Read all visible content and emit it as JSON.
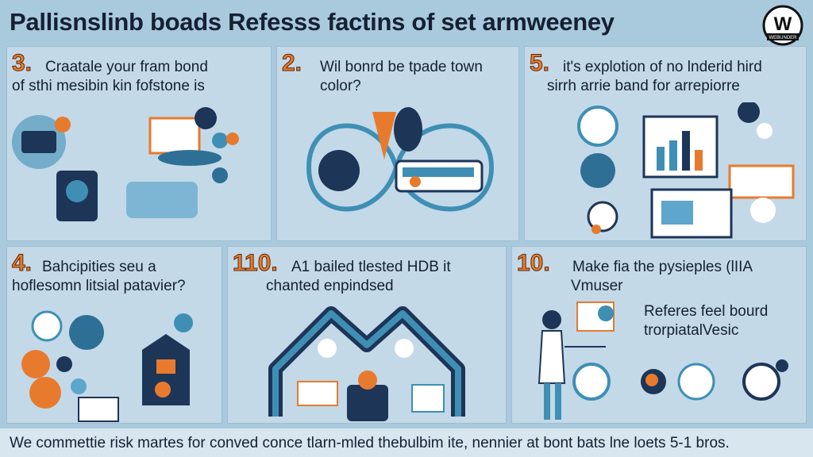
{
  "header": {
    "title": "Pallisnslinb boads Refesss factins of set armweeney",
    "logo_text": "W",
    "logo_subtext": "WEBUNDER"
  },
  "panels": [
    {
      "number": "3.",
      "lines": [
        "Craatale your fram bond",
        "of sthi mesibin kin fofstone is"
      ]
    },
    {
      "number": "2.",
      "lines": [
        "Wil bonrd be tpade town",
        "color?"
      ]
    },
    {
      "number": "5.",
      "lines": [
        "it's explotion of no lnderid hird",
        "sirrh arrie band for arrepiorre"
      ]
    },
    {
      "number": "4.",
      "lines": [
        "Bahcipities seu a",
        "hoflesomn litsial patavier?"
      ]
    },
    {
      "number": "110.",
      "lines": [
        "A1 bailed tlested HDB it",
        "chanted enpindsed"
      ]
    },
    {
      "number": "10.",
      "lines": [
        "Make fia the pysieples (lIIA",
        "Vmuser"
      ],
      "extra": [
        "Referes feel bourd",
        "trorpiatalVesic"
      ]
    }
  ],
  "footer": {
    "text": "We commettie risk martes for conved conce tlarn-mled thebulbim ite, nennier at bont bats lne loets 5-1 bros."
  },
  "colors": {
    "background": "#a9c9dd",
    "panel": "#c3d9e8",
    "accent_orange": "#e87a2e",
    "navy": "#1d3557",
    "teal": "#3f8fb5"
  }
}
